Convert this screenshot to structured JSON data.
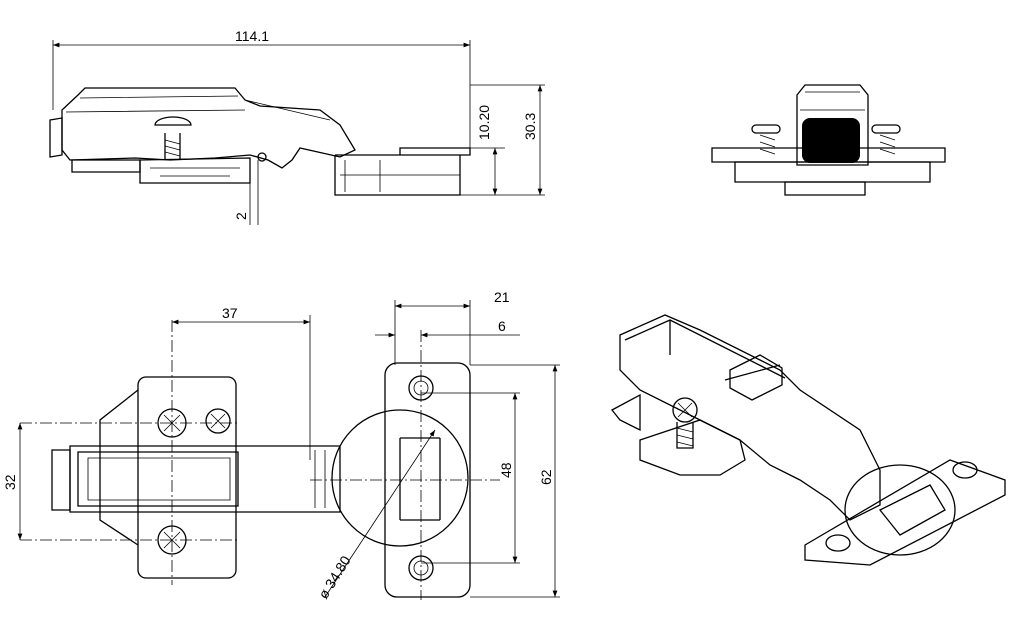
{
  "title": "Concealed hinge technical drawing",
  "dimensions": {
    "overall_length": "114.1",
    "arm_height": "10.20",
    "total_height": "30.3",
    "plate_offset": "2",
    "cup_distance": "37",
    "plate_depth": "21",
    "edge_offset": "6",
    "hole_spacing_plate": "32",
    "hole_spacing_cup": "48",
    "cup_plate_length": "62",
    "cup_diameter": "ø 34.80"
  },
  "colors": {
    "line": "#000000",
    "background": "#ffffff"
  }
}
